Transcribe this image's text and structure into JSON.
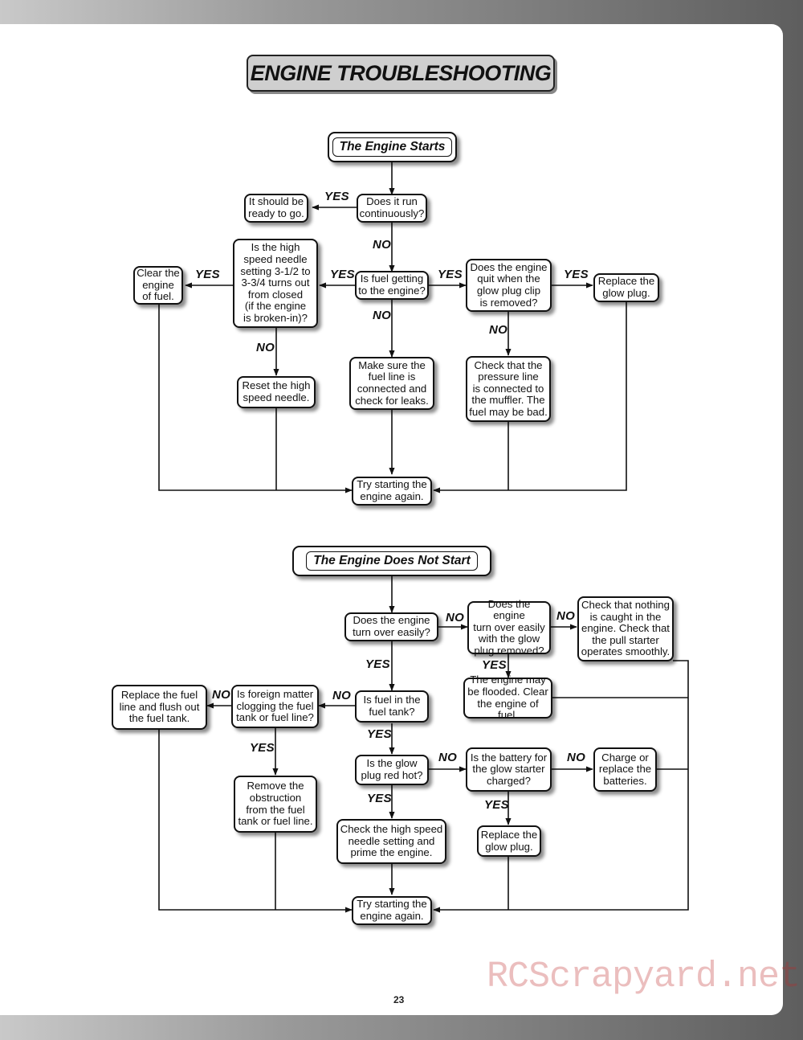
{
  "page": {
    "title": "ENGINE TROUBLESHOOTING",
    "page_number": "23",
    "watermark": "RCScrapyard.net"
  },
  "chart1": {
    "start": "The Engine Starts",
    "run_q": "Does it run\ncontinuously?",
    "ready": "It should be\nready to go.",
    "fuel_q": "Is fuel getting\nto the engine?",
    "clear": "Clear the\nengine\nof fuel.",
    "needle_q": "Is the high\nspeed needle\nsetting 3-1/2 to\n3-3/4 turns out\nfrom closed\n(if the engine\nis broken-in)?",
    "reset": "Reset the high\nspeed needle.",
    "fuel_line": "Make sure the\nfuel line is\nconnected and\ncheck for leaks.",
    "quit_q": "Does the engine\nquit when the\nglow plug clip\nis removed?",
    "replace_plug": "Replace the\nglow plug.",
    "pressure": "Check that the\npressure line\nis connected to\nthe muffler. The\nfuel may be bad.",
    "try": "Try starting the\nengine again."
  },
  "chart2": {
    "start": "The Engine Does Not Start",
    "turn_q": "Does the engine\nturn over easily?",
    "turn_glow_q": "Does the engine\nturn over easily\nwith the glow\nplug removed?",
    "check_caught": "Check that nothing\nis caught in the\nengine. Check that\nthe pull starter\noperates smoothly.",
    "flooded": "The engine may\nbe flooded. Clear\nthe engine of fuel.",
    "fuel_tank_q": "Is fuel in the\nfuel tank?",
    "foreign_q": "Is foreign matter\nclogging the fuel\ntank or fuel line?",
    "replace_line": "Replace the fuel\nline and flush out\nthe fuel tank.",
    "remove_obs": "Remove the\nobstruction\nfrom the fuel\ntank or fuel line.",
    "glow_q": "Is the glow\nplug red hot?",
    "battery_q": "Is the battery for\nthe glow starter\ncharged?",
    "charge": "Charge or\nreplace the\nbatteries.",
    "replace_plug": "Replace the\nglow plug.",
    "check_needle": "Check the high speed\nneedle setting and\nprime the engine.",
    "try": "Try starting the\nengine again."
  },
  "labels": {
    "yes": "YES",
    "no": "NO"
  }
}
